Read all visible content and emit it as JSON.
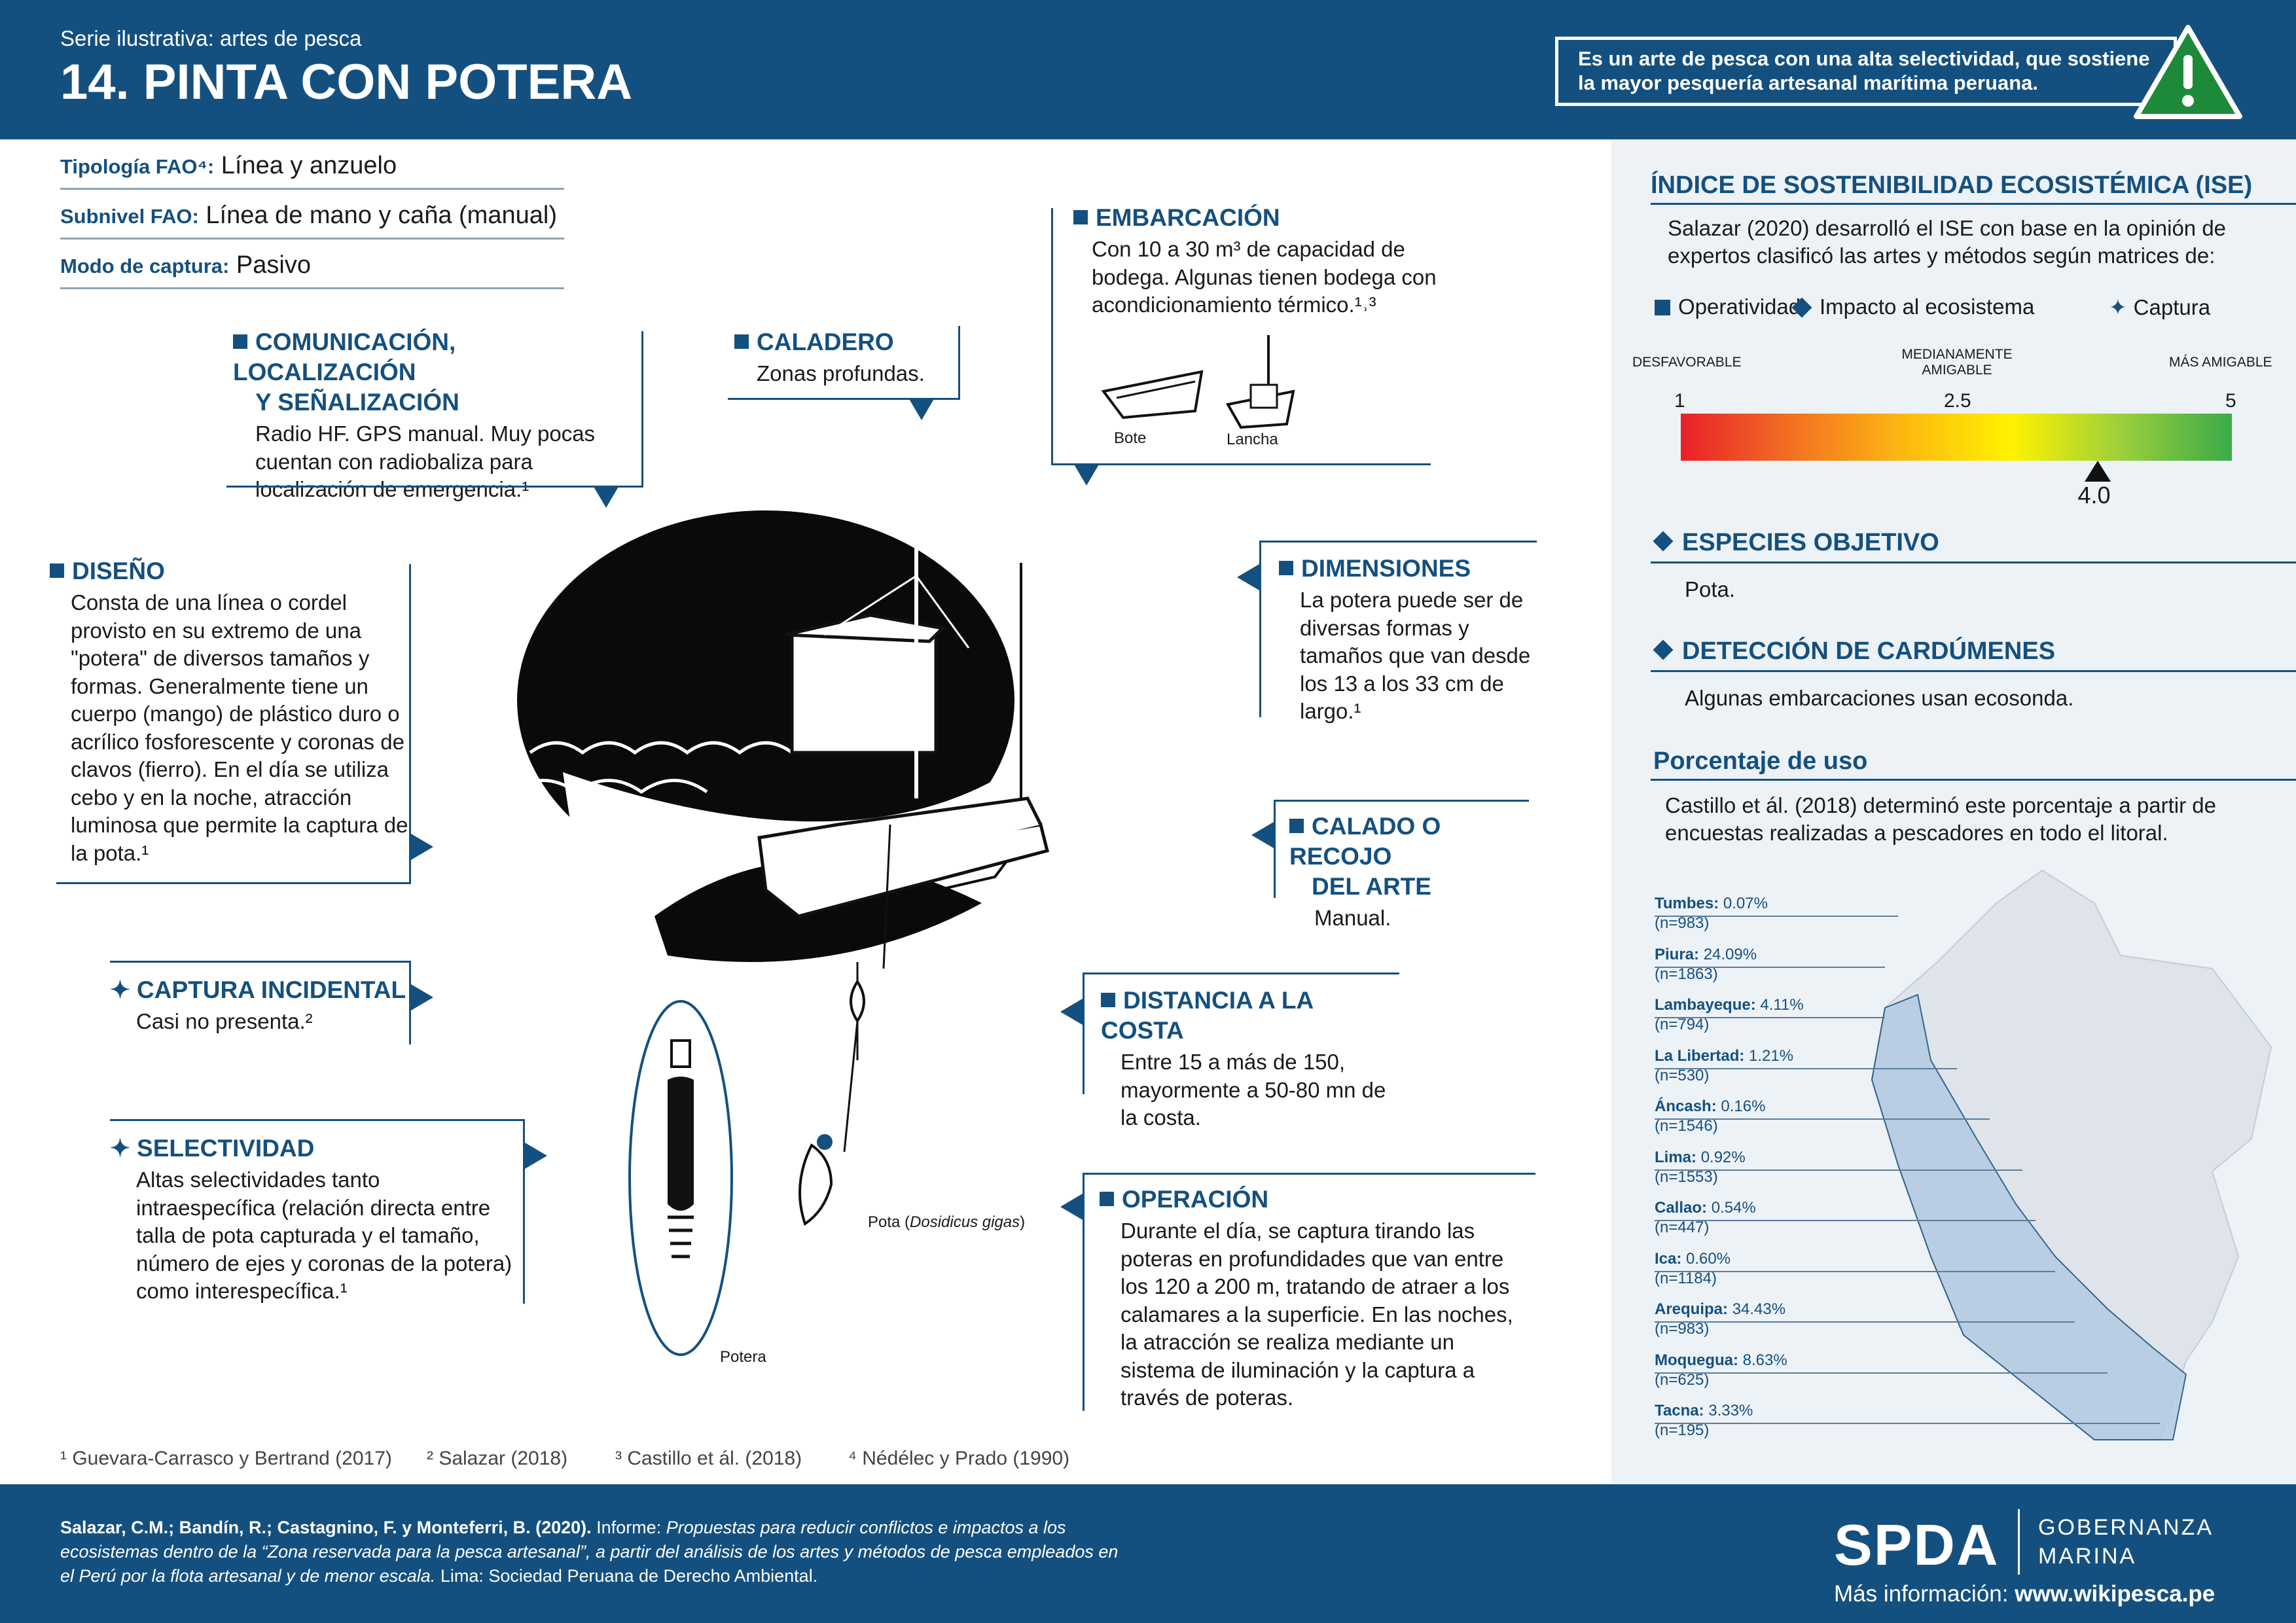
{
  "header": {
    "series": "Serie ilustrativa: artes de pesca",
    "title": "14. PINTA CON POTERA",
    "alert": "Es un arte de pesca con una alta selectividad, que sostiene la mayor pesquería artesanal marítima peruana.",
    "alert_icon": "warning-icon"
  },
  "typology": [
    {
      "label": "Tipología FAO⁴:",
      "value": "Línea y anzuelo"
    },
    {
      "label": "Subnivel FAO:",
      "value": "Línea de mano y caña (manual)"
    },
    {
      "label": "Modo de captura:",
      "value": "Pasivo"
    }
  ],
  "sections": {
    "comunicacion": {
      "title1": "COMUNICACIÓN, LOCALIZACIÓN",
      "title2": "Y SEÑALIZACIÓN",
      "body": "Radio HF. GPS manual. Muy pocas cuentan con radiobaliza para localización de emergencia.¹"
    },
    "caladero": {
      "title": "CALADERO",
      "body": "Zonas profundas."
    },
    "embarcacion": {
      "title": "EMBARCACIÓN",
      "body": "Con 10 a 30 m³ de capacidad de bodega. Algunas tienen bodega con acondicionamiento térmico.¹˒³",
      "bote": "Bote",
      "lancha": "Lancha"
    },
    "diseno": {
      "title": "DISEÑO",
      "body": "Consta de una línea o cordel provisto en su extremo de una \"potera\" de diversos tamaños y formas. Generalmente tiene un cuerpo (mango) de plástico duro o acrílico fosforescente y coronas de clavos (fierro). En el día se utiliza cebo y en la noche, atracción luminosa que permite la captura de la pota.¹"
    },
    "dimensiones": {
      "title": "DIMENSIONES",
      "body": "La potera puede ser de diversas formas y tamaños que van desde los 13 a los 33 cm de largo.¹"
    },
    "calado": {
      "title1": "CALADO O RECOJO",
      "title2": "DEL ARTE",
      "body": "Manual."
    },
    "captura": {
      "title": "CAPTURA INCIDENTAL",
      "body": "Casi no presenta.²"
    },
    "distancia": {
      "title": "DISTANCIA A LA COSTA",
      "body": "Entre 15 a más de 150, mayormente a 50-80 mn de la costa."
    },
    "selectividad": {
      "title": "SELECTIVIDAD",
      "body": "Altas selectividades tanto intraespecífica (relación directa entre talla de pota capturada y el tamaño, número de ejes y coronas de la potera) como interespecífica.¹"
    },
    "operacion": {
      "title": "OPERACIÓN",
      "body": "Durante el día, se captura tirando las poteras en profundidades que van entre los 120 a 200 m, tratando de atraer a los calamares a la superficie. En las noches, la atracción se realiza mediante un sistema de iluminación y la captura a través de poteras."
    }
  },
  "illustration": {
    "pota_label": "Pota (",
    "pota_species": "Dosidicus gigas",
    "pota_close": ")",
    "potera_label": "Potera"
  },
  "ise": {
    "title": "ÍNDICE DE SOSTENIBILIDAD ECOSISTÉMICA (ISE)",
    "desc": "Salazar (2020) desarrolló el ISE con base en la opinión de expertos clasificó las artes y métodos según matrices de:",
    "legend": [
      "Operatividad",
      "Impacto al ecosistema",
      "Captura"
    ],
    "scale_left": "DESFAVORABLE",
    "scale_mid1": "MEDIANAMENTE",
    "scale_mid2": "AMIGABLE",
    "scale_right": "MÁS AMIGABLE",
    "min": "1",
    "mid": "2.5",
    "max": "5",
    "value": 4.0,
    "value_label": "4.0",
    "gradient": [
      "#e8202a",
      "#f37022",
      "#fcb712",
      "#fff200",
      "#9bcf3c",
      "#3aab49"
    ]
  },
  "especies": {
    "title": "ESPECIES OBJETIVO",
    "body": "Pota."
  },
  "deteccion": {
    "title": "DETECCIÓN DE CARDÚMENES",
    "body": "Algunas embarcaciones usan ecosonda."
  },
  "uso": {
    "title": "Porcentaje de uso",
    "desc": "Castillo et ál. (2018) determinó este porcentaje a partir de encuestas realizadas a pescadores en todo el litoral.",
    "regions": [
      {
        "name": "Tumbes:",
        "pct": "0.07%",
        "n": "(n=983)"
      },
      {
        "name": "Piura:",
        "pct": "24.09%",
        "n": "(n=1863)"
      },
      {
        "name": "Lambayeque:",
        "pct": "4.11%",
        "n": "(n=794)"
      },
      {
        "name": "La Libertad:",
        "pct": "1.21%",
        "n": "(n=530)"
      },
      {
        "name": "Áncash:",
        "pct": "0.16%",
        "n": "(n=1546)"
      },
      {
        "name": "Lima:",
        "pct": "0.92%",
        "n": "(n=1553)"
      },
      {
        "name": "Callao:",
        "pct": "0.54%",
        "n": "(n=447)"
      },
      {
        "name": "Ica:",
        "pct": "0.60%",
        "n": "(n=1184)"
      },
      {
        "name": "Arequipa:",
        "pct": "34.43%",
        "n": "(n=983)"
      },
      {
        "name": "Moquegua:",
        "pct": "8.63%",
        "n": "(n=625)"
      },
      {
        "name": "Tacna:",
        "pct": "3.33%",
        "n": "(n=195)"
      }
    ]
  },
  "footnotes": [
    "¹ Guevara-Carrasco y Bertrand (2017)",
    "² Salazar (2018)",
    "³ Castillo et ál. (2018)",
    "⁴ Nédélec y Prado (1990)"
  ],
  "footer": {
    "cite_bold": "Salazar, C.M.; Bandín, R.; Castagnino, F. y Monteferri, B. (2020).",
    "cite_mid": " Informe: ",
    "cite_italic": "Propuestas para reducir conflictos e impactos a los ecosistemas dentro de la “Zona reservada para la pesca artesanal”, a partir del análisis de los artes y métodos de pesca empleados en el Perú por la flota artesanal y de menor escala.",
    "cite_end": " Lima: Sociedad Peruana de Derecho Ambiental.",
    "logo": "SPDA",
    "gob1": "GOBERNANZA",
    "gob2": "MARINA",
    "mas_label": "Más información: ",
    "mas_url": "www.wikipesca.pe"
  },
  "colors": {
    "brand": "#14507f",
    "panel": "#edf2f7",
    "alert_green": "#1d8a3a"
  }
}
